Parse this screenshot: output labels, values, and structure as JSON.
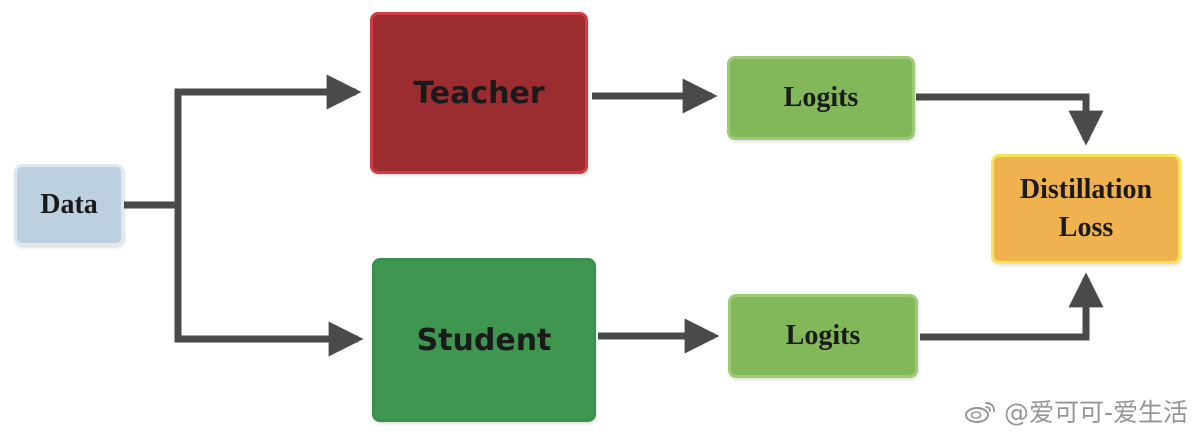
{
  "nodes": {
    "data": "Data",
    "teacher": "Teacher",
    "student": "Student",
    "logits_teacher": "Logits",
    "logits_student": "Logits",
    "distillation_loss": [
      "Distillation",
      "Loss"
    ]
  },
  "watermark": {
    "text": "@爱可可-爱生活",
    "icon": "weibo-logo"
  },
  "colors": {
    "data": "#bcd0df",
    "teacher": "#9b2c2f",
    "student": "#3f9650",
    "logits": "#83b85a",
    "distillation_loss": "#efb24f",
    "arrow": "#4a4a4a"
  }
}
